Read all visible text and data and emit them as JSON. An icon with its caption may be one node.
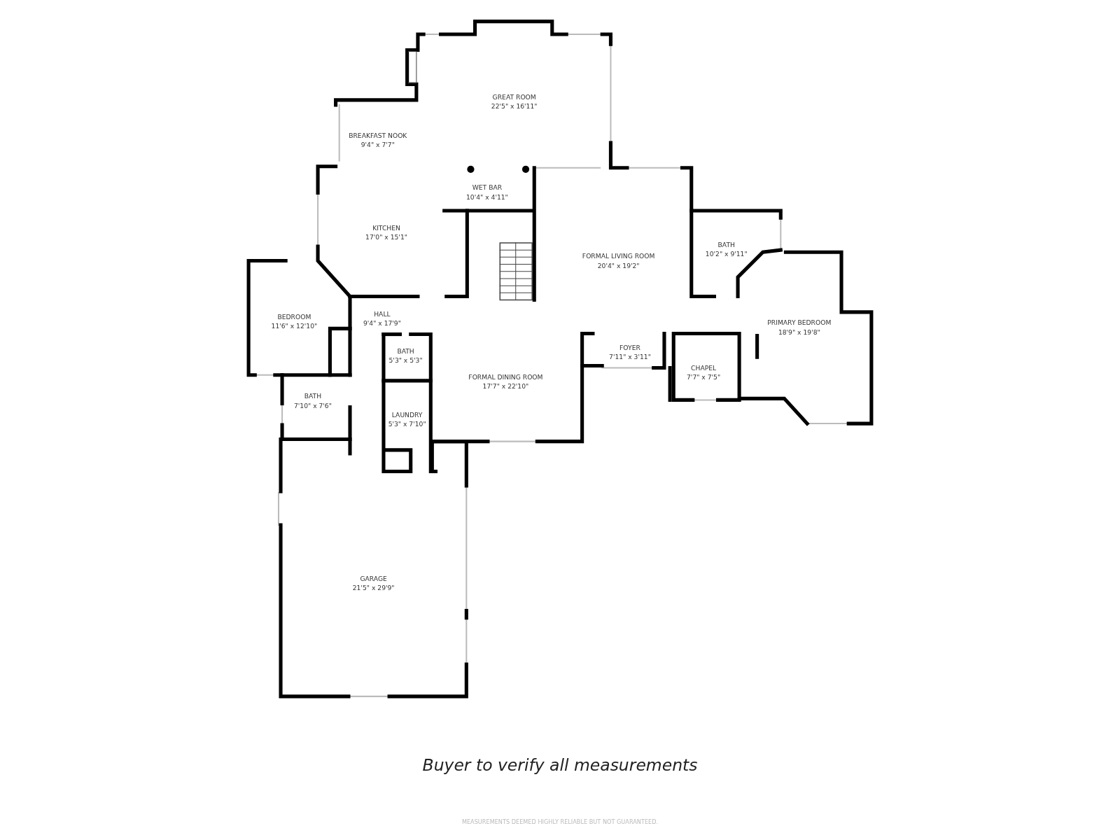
{
  "diagram": {
    "caption": "Buyer to verify all measurements",
    "nodes": [
      {
        "text": [
          "GREAT ROOM",
          "22'5\" x 16'11\""
        ]
      },
      {
        "text": [
          "BREAKFAST NOOK",
          "9'4\" x 7'7\""
        ]
      },
      {
        "text": [
          "WET BAR",
          "10'4\" x 4'11\""
        ]
      },
      {
        "text": [
          "KITCHEN",
          "17'0\" x 15'1\""
        ]
      },
      {
        "text": [
          "BATH",
          "10'2\" x 9'11\""
        ]
      },
      {
        "text": [
          "FORMAL LIVING ROOM",
          "20'4\" x 19'2\""
        ]
      },
      {
        "text": [
          "HALL",
          "9'4\" x 17'9\""
        ]
      },
      {
        "text": [
          "BEDROOM",
          "11'6\" x 12'10\""
        ]
      },
      {
        "text": [
          "PRIMARY BEDROOM",
          "18'9\" x 19'8\""
        ]
      },
      {
        "text": [
          "BATH",
          "5'3\" x 5'3\""
        ]
      },
      {
        "text": [
          "FOYER",
          "7'11\" x 3'11\""
        ]
      },
      {
        "text": [
          "CHAPEL",
          "7'7\" x 7'5\""
        ]
      },
      {
        "text": [
          "FORMAL DINING ROOM",
          "17'7\" x 22'10\""
        ]
      },
      {
        "text": [
          "BATH",
          "7'10\" x 7'6\""
        ]
      },
      {
        "text": [
          "LAUNDRY",
          "5'3\" x 7'10\""
        ]
      },
      {
        "text": [
          "GARAGE",
          "21'5\" x 29'9\""
        ]
      }
    ],
    "labels": [
      "MEASUREMENTS DEEMED HIGHLY RELIABLE BUT NOT GUARANTEED."
    ]
  }
}
